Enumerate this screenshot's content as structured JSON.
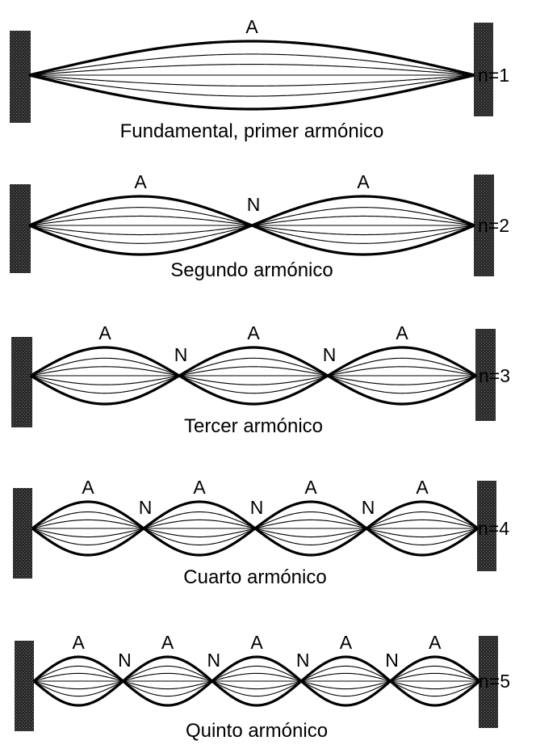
{
  "diagram": {
    "harmonics": [
      {
        "n": 1,
        "n_label": "n=1",
        "caption": "Fundamental, primer armónico",
        "antinode_labels": [
          "A"
        ],
        "node_labels": []
      },
      {
        "n": 2,
        "n_label": "n=2",
        "caption": "Segundo armónico",
        "antinode_labels": [
          "A",
          "A"
        ],
        "node_labels": [
          "N"
        ]
      },
      {
        "n": 3,
        "n_label": "n=3",
        "caption": "Tercer armónico",
        "antinode_labels": [
          "A",
          "A",
          "A"
        ],
        "node_labels": [
          "N",
          "N"
        ]
      },
      {
        "n": 4,
        "n_label": "n=4",
        "caption": "Cuarto armónico",
        "antinode_labels": [
          "A",
          "A",
          "A",
          "A"
        ],
        "node_labels": [
          "N",
          "N",
          "N"
        ]
      },
      {
        "n": 5,
        "n_label": "n=5",
        "caption": "Quinto armónico",
        "antinode_labels": [
          "A",
          "A",
          "A",
          "A",
          "A"
        ],
        "node_labels": [
          "N",
          "N",
          "N",
          "N"
        ]
      }
    ],
    "colors": {
      "ink": "#000000",
      "wall": "#2b2b2b",
      "background": "#ffffff"
    }
  }
}
